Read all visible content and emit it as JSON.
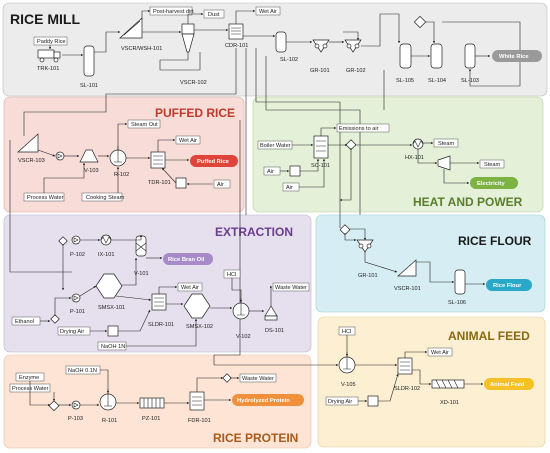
{
  "sections": {
    "rice_mill": {
      "title": "RICE MILL",
      "color": "#ececec"
    },
    "puffed_rice": {
      "title": "PUFFED RICE",
      "color": "#f8dcd8"
    },
    "heat_power": {
      "title": "HEAT AND POWER",
      "color": "#e5f0d9"
    },
    "extraction": {
      "title": "EXTRACTION",
      "color": "#e6e0ee"
    },
    "rice_flour": {
      "title": "RICE FLOUR",
      "color": "#d6eef3"
    },
    "animal_feed": {
      "title": "ANIMAL FEED",
      "color": "#fcefd2"
    },
    "rice_protein": {
      "title": "RICE PROTEIN",
      "color": "#fde4d4"
    }
  },
  "title_colors": {
    "rice_mill": "#1a1a1a",
    "puffed_rice": "#c0392b",
    "heat_power": "#5a7d2a",
    "extraction": "#6a3d8f",
    "rice_flour": "#1a1a1a",
    "animal_feed": "#8a6a12",
    "rice_protein": "#a85a1a"
  },
  "streams": {
    "paddy_rice": "Paddy Rice",
    "post_harvest_dirt": "Post-harvest dirt",
    "dust": "Dust",
    "wet_air_mill": "Wet Air",
    "steam_out": "Steam Out",
    "wet_air_puffed": "Wet Air",
    "process_water_puffed": "Process Water",
    "cooking_steam": "Cooking Steam",
    "air_puffed": "Air",
    "boiler_water": "Boiler Water",
    "emissions": "Emissions to air",
    "steam_1": "Steam",
    "steam_2": "Steam",
    "air_hp_1": "Air",
    "air_hp_2": "Air",
    "ethanol": "Ethanol",
    "drying_air_ext": "Drying Air",
    "naoh_1n": "NaOH 1N",
    "wet_air_ext": "Wet Air",
    "hcl_ext": "HCl",
    "waste_water_ext": "Waste Water",
    "enzyme": "Enzyme",
    "process_water_prot": "Process Water",
    "naoh_01n": "NaOH 0.1N",
    "waste_water_prot": "Waste Water",
    "hcl_feed": "HCl",
    "wet_air_feed": "Wet Air",
    "drying_air_feed": "Drying Air"
  },
  "equipment": {
    "trk101": "TRK-101",
    "sl101": "SL-101",
    "vscr_wsh101": "VSCR/WSH-101",
    "vscr102": "VSCR-102",
    "cdr101": "CDR-101",
    "sl102": "SL-102",
    "gr101_mill": "GR-101",
    "gr102": "GR-102",
    "sl105": "SL-105",
    "sl104": "SL-104",
    "sl103": "SL-103",
    "vscr103": "VSCR-103",
    "v103": "V-103",
    "r102": "R-102",
    "tdr101": "TDR-101",
    "sc101": "SC-101",
    "hx101": "HX-101",
    "p102": "P-102",
    "ix101": "IX-101",
    "v101": "V-101",
    "p101": "P-101",
    "smsx101": "SMSX-101",
    "sldr101": "SLDR-101",
    "smsx102": "SMSX-102",
    "v102": "V-102",
    "ds101": "DS-101",
    "gr101_flour": "GR-101",
    "vscr101": "VSCR-101",
    "sl106": "SL-106",
    "v105": "V-105",
    "sldr102": "SLDR-102",
    "xd101": "XD-101",
    "p103": "P-103",
    "r101": "R-101",
    "pz101": "PZ-101",
    "fdr101": "FDR-101"
  },
  "products": {
    "white_rice": {
      "label": "White Rice",
      "color": "#9a9a9a"
    },
    "puffed_rice": {
      "label": "Puffed Rice",
      "color": "#e0443a"
    },
    "electricity": {
      "label": "Electricity",
      "color": "#7cb342"
    },
    "rice_bran_oil": {
      "label": "Rice Bran Oil",
      "color": "#a78bc9"
    },
    "rice_flour": {
      "label": "Rice Flour",
      "color": "#2aa8c9"
    },
    "animal_feed": {
      "label": "Animal Feed",
      "color": "#f5c028"
    },
    "hydrolyzed_protein": {
      "label": "Hydrolyzed Protein",
      "color": "#f0903a"
    }
  }
}
